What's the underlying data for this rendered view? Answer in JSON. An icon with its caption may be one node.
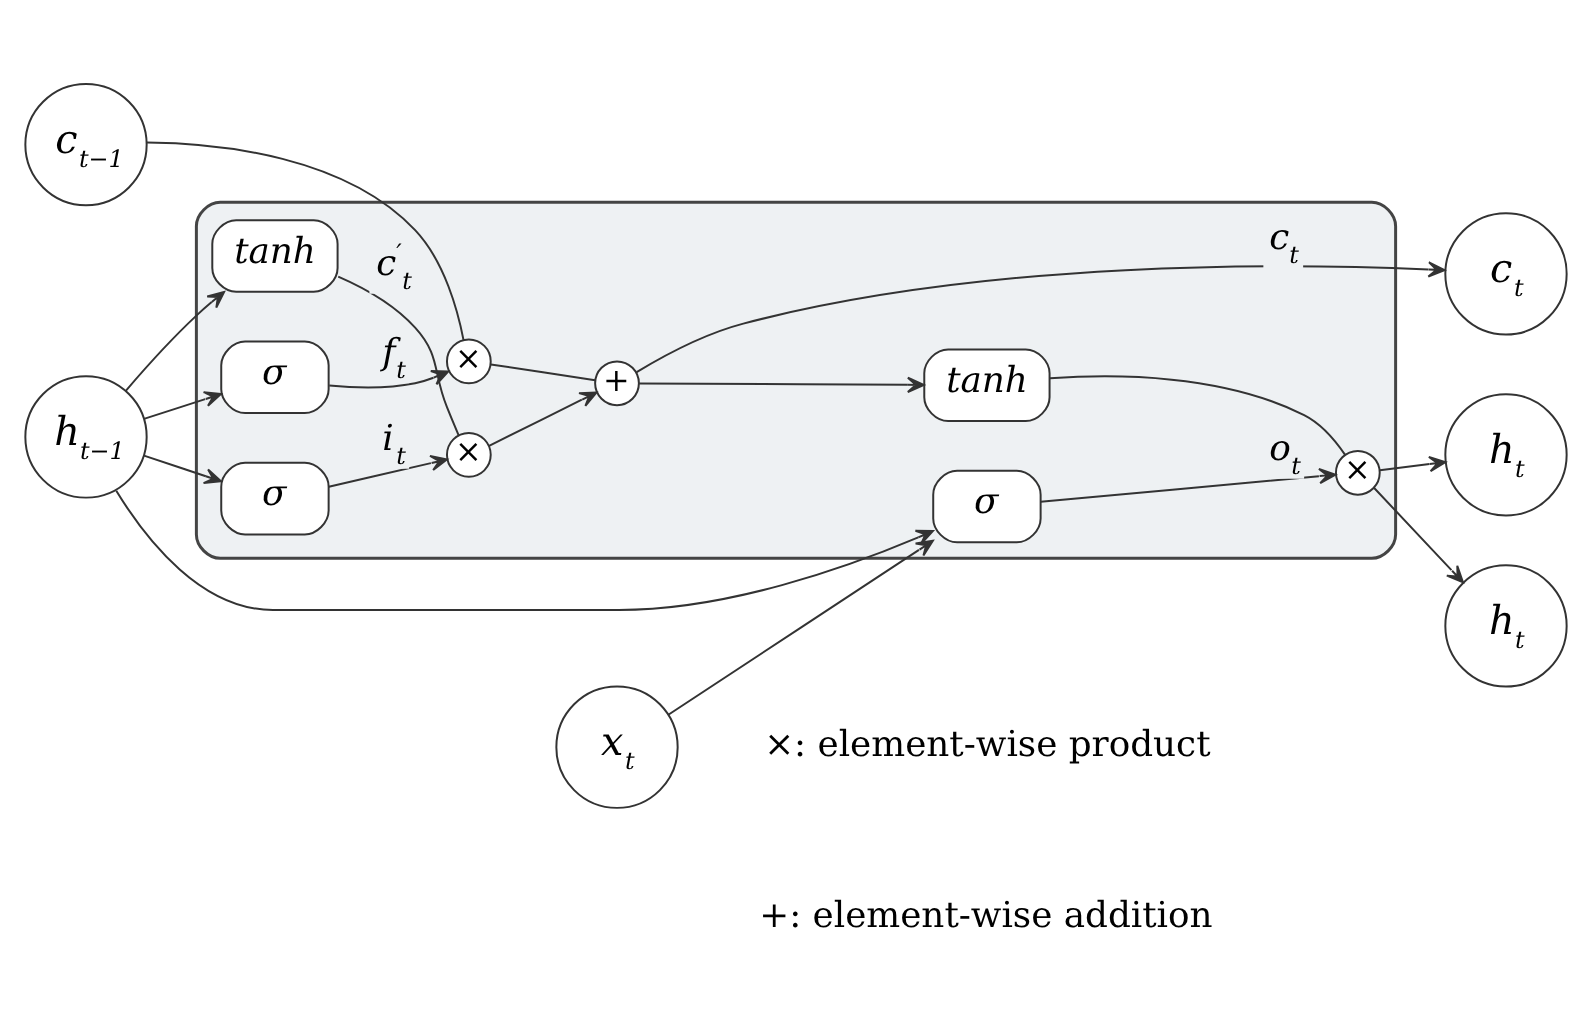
{
  "diagram": {
    "nodes": [
      {
        "text": [],
        "shape": "box"
      },
      {
        "text": [
          "h$_{t}$"
        ]
      },
      {
        "text": [
          "c$_{t−1}$"
        ]
      },
      {
        "text": [
          "×"
        ],
        "in": 0
      },
      {
        "text": [
          "+"
        ],
        "in": 0
      },
      {
        "text": [
          "c$_{t}$"
        ]
      },
      {
        "text": [
          "tanh"
        ],
        "in": 0
      },
      {
        "text": [
          "×"
        ],
        "in": 0
      },
      {
        "text": [
          "×"
        ],
        "in": 0
      },
      {
        "text": [
          "σ"
        ],
        "in": 0
      },
      {
        "text": [
          "σ"
        ],
        "in": 0
      },
      {
        "text": [
          "tanh"
        ],
        "in": 0
      },
      {
        "text": [
          "σ"
        ],
        "in": 0
      },
      {
        "text": [
          "h$_{t−1}$"
        ]
      },
      {
        "text": [
          "h$_{t}$"
        ]
      },
      {
        "text": [
          "x$_{t}$"
        ]
      }
    ],
    "edges": [
      {
        "from": 2,
        "to": 3,
        "arrow": "none"
      },
      {
        "from": 3,
        "to": 4,
        "arrow": "none"
      },
      {
        "from": 4,
        "to": 5,
        "label": "c$_{t}$",
        "arrow": "to"
      },
      {
        "from": 4,
        "to": 6,
        "arrow": "to"
      },
      {
        "from": 9,
        "to": 3,
        "label": "f$_{t}$",
        "arrow": "to"
      },
      {
        "from": 10,
        "to": 7,
        "label": "i$_{t}$",
        "arrow": "to"
      },
      {
        "from": 11,
        "to": 7,
        "label": "c$^{′}$$_{t}$",
        "arrow": "none"
      },
      {
        "from": 7,
        "to": 4,
        "arrow": "to"
      },
      {
        "from": 12,
        "to": 8,
        "label": "o$_{t}$",
        "arrow": "to"
      },
      {
        "from": 6,
        "to": 8,
        "arrow": "none"
      },
      {
        "from": 8,
        "to": 1,
        "arrow": "to"
      },
      {
        "from": 8,
        "to": 14,
        "arrow": "to"
      },
      {
        "from": 13,
        "to": 9,
        "arrow": "to"
      },
      {
        "from": 13,
        "to": 10,
        "arrow": "to"
      },
      {
        "from": 13,
        "to": 11,
        "arrow": "to"
      },
      {
        "from": 13,
        "to": 12,
        "arrow": "to"
      },
      {
        "from": 15,
        "to": 12,
        "arrow": "to"
      }
    ],
    "labels": [
      "×: element-wise product",
      "+: element-wise addition"
    ]
  }
}
